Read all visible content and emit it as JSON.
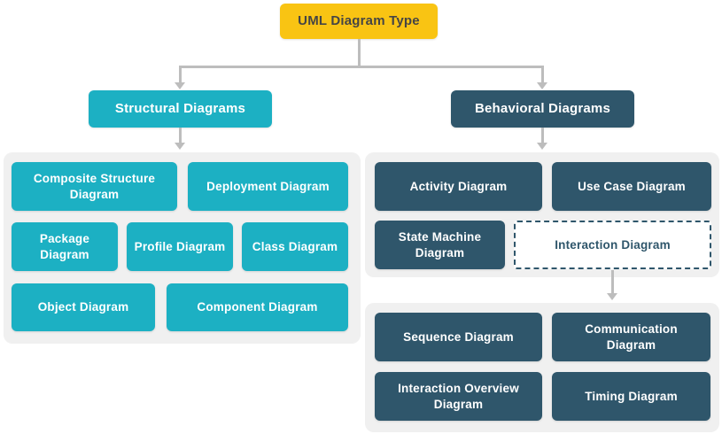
{
  "colors": {
    "root_bg": "#F9C413",
    "root_text": "#454545",
    "structural_bg": "#1CB0C3",
    "behavioral_bg": "#2F566B",
    "container_bg": "#F0F0F0",
    "connector": "#BDBDBD",
    "node_text": "#FFFFFF"
  },
  "root": {
    "label": "UML Diagram Type"
  },
  "structural": {
    "label": "Structural Diagrams",
    "items": [
      {
        "label": "Composite Structure Diagram"
      },
      {
        "label": "Deployment Diagram"
      },
      {
        "label": "Package Diagram"
      },
      {
        "label": "Profile Diagram"
      },
      {
        "label": "Class Diagram"
      },
      {
        "label": "Object Diagram"
      },
      {
        "label": "Component Diagram"
      }
    ]
  },
  "behavioral": {
    "label": "Behavioral Diagrams",
    "items": [
      {
        "label": "Activity Diagram"
      },
      {
        "label": "Use Case Diagram"
      },
      {
        "label": "State Machine Diagram"
      },
      {
        "label": "Interaction Diagram"
      }
    ],
    "interaction_children": [
      {
        "label": "Sequence Diagram"
      },
      {
        "label": "Communication Diagram"
      },
      {
        "label": "Interaction Overview Diagram"
      },
      {
        "label": "Timing Diagram"
      }
    ]
  }
}
